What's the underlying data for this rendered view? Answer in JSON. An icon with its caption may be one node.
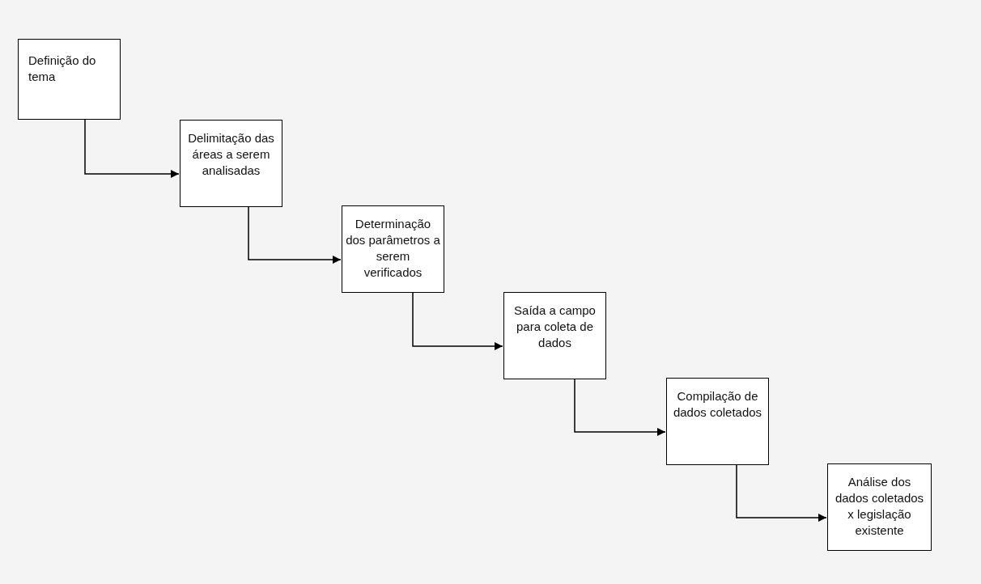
{
  "diagram": {
    "nodes": [
      {
        "text": [
          "Definição do tema"
        ]
      },
      {
        "text": [
          "Delimitação das áreas a serem analisadas"
        ]
      },
      {
        "text": [
          "Determinação dos parâmetros a serem verificados"
        ]
      },
      {
        "text": [
          "Saída a campo para coleta de dados"
        ]
      },
      {
        "text": [
          "Compilação de dados coletados"
        ]
      },
      {
        "text": [
          "Análise dos dados coletados x legislação existente"
        ]
      }
    ],
    "edges": [
      {
        "from": 0,
        "to": 1,
        "arrow": "to"
      },
      {
        "from": 1,
        "to": 2,
        "arrow": "to"
      },
      {
        "from": 2,
        "to": 3,
        "arrow": "to"
      },
      {
        "from": 3,
        "to": 4,
        "arrow": "to"
      },
      {
        "from": 4,
        "to": 5,
        "arrow": "to"
      }
    ]
  }
}
